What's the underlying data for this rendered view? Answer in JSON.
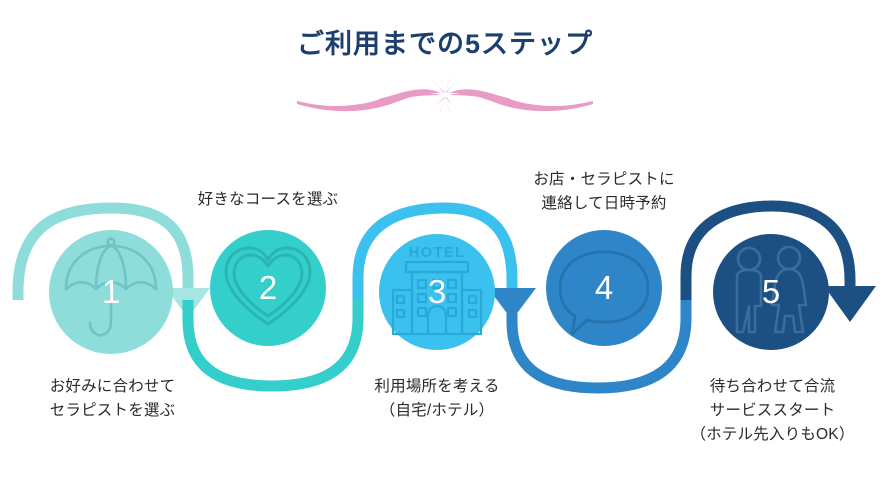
{
  "header": {
    "title": "ご利用までの5ステップ",
    "title_color": "#1d3f6e",
    "divider_color": "#e89bc4",
    "divider_name": "pink-flourish-divider"
  },
  "palette": {
    "step1": "#8eddda",
    "step2": "#34cfcb",
    "step3": "#3bc1ee",
    "step4": "#2e86c8",
    "step5": "#1c4f82",
    "background": "#ffffff",
    "text": "#2b2b2b"
  },
  "steps": [
    {
      "number": "1",
      "icon": "umbrella-icon",
      "color": "#8eddda",
      "label": "お好みに合わせて\nセラピストを選ぶ",
      "label_position": "below"
    },
    {
      "number": "2",
      "icon": "heart-icon",
      "color": "#34cfcb",
      "label": "好きなコースを選ぶ",
      "label_position": "above"
    },
    {
      "number": "3",
      "icon": "hotel-building-icon",
      "icon_text": "HOTEL",
      "color": "#3bc1ee",
      "label": "利用場所を考える\n（自宅/ホテル）",
      "label_position": "below"
    },
    {
      "number": "4",
      "icon": "speech-bubble-icon",
      "color": "#2e86c8",
      "label": "お店・セラピストに\n連絡して日時予約",
      "label_position": "above"
    },
    {
      "number": "5",
      "icon": "two-people-icon",
      "color": "#1c4f82",
      "label": "待ち合わせて合流\nサービススタート\n（ホテル先入りもOK）",
      "label_position": "below"
    }
  ]
}
